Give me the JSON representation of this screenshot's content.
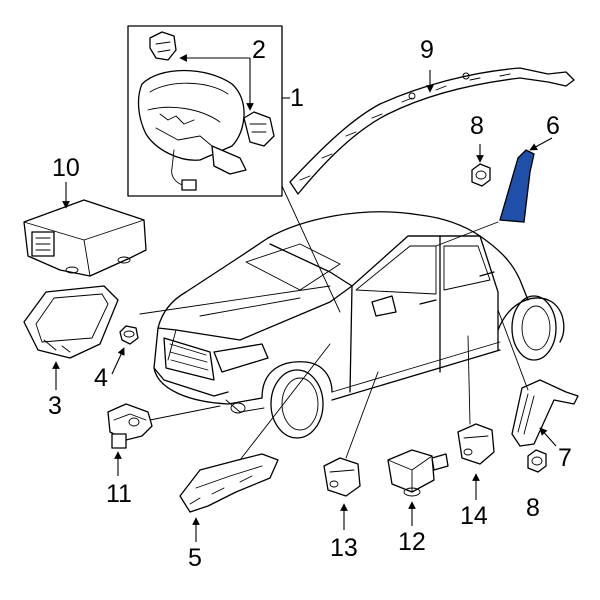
{
  "callouts": {
    "c1": "1",
    "c2": "2",
    "c3": "3",
    "c4": "4",
    "c5": "5",
    "c6": "6",
    "c7": "7",
    "c8a": "8",
    "c8b": "8",
    "c9": "9",
    "c10": "10",
    "c11": "11",
    "c12": "12",
    "c13": "13",
    "c14": "14"
  },
  "colors": {
    "highlight": "#1f4fa8",
    "line": "#000000",
    "background": "#ffffff"
  }
}
